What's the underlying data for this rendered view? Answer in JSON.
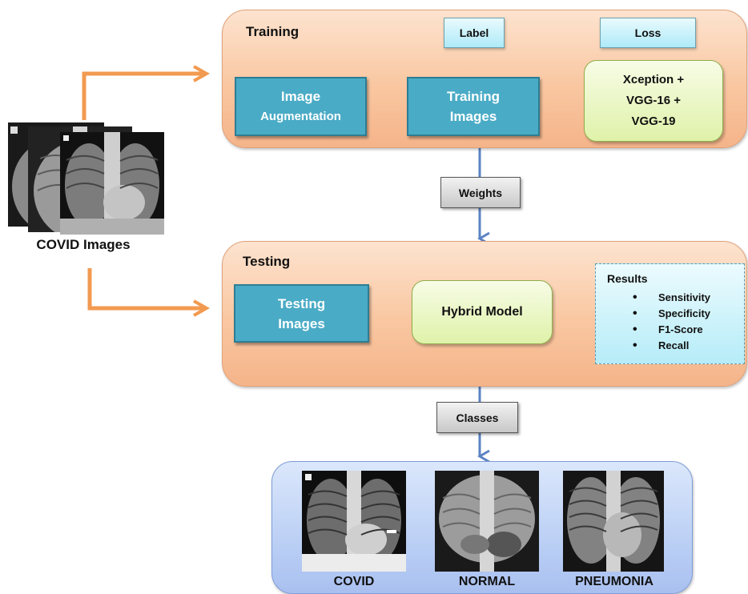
{
  "source_label": "COVID Images",
  "training": {
    "title": "Training",
    "image_augmentation": [
      "Image",
      "Augmentation"
    ],
    "training_images": [
      "Training",
      "Images"
    ],
    "label": "Label",
    "loss": "Loss",
    "model": [
      "Xception +",
      "VGG-16 +",
      "VGG-19"
    ]
  },
  "weights": "Weights",
  "testing": {
    "title": "Testing",
    "testing_images": [
      "Testing",
      "Images"
    ],
    "hybrid_model": "Hybrid Model",
    "results": {
      "title": "Results",
      "items": [
        "Sensitivity",
        "Specificity",
        "F1-Score",
        "Recall"
      ]
    }
  },
  "classes": "Classes",
  "outputs": [
    "COVID",
    "NORMAL",
    "PNEUMONIA"
  ],
  "colors": {
    "orange_arrow": "#f29a50",
    "blue_arrow": "#5b83c3",
    "teal_box": "#4aabc6"
  }
}
